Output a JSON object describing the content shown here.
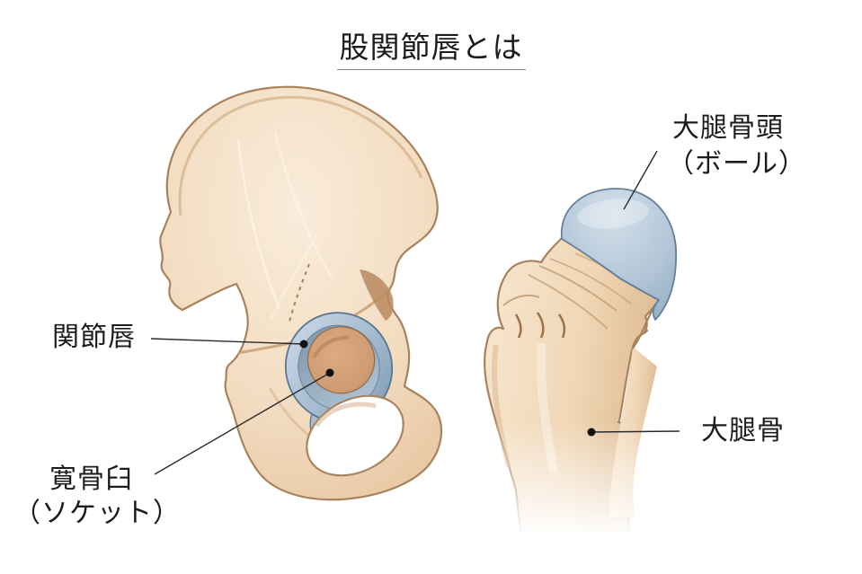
{
  "title": {
    "text": "股関節唇とは"
  },
  "labels": {
    "labrum": {
      "text": "関節唇"
    },
    "acetabulum": {
      "line1": "寛骨臼",
      "line2": "（ソケット）"
    },
    "femoral_head": {
      "line1": "大腿骨頭",
      "line2": "（ボール）"
    },
    "femur": {
      "text": "大腿骨"
    }
  },
  "colors": {
    "background": "#ffffff",
    "text": "#1c1c1c",
    "title_underline": "#8a8a8a",
    "leader_line": "#2b2b2b",
    "marker_dot": "#111111",
    "bone_fill": "#efd5b4",
    "bone_highlight": "#f9ecda",
    "bone_outline": "#a8825c",
    "cartilage_blue": "#a6bcd0",
    "cartilage_blue_light": "#c8d6e3",
    "cartilage_edge": "#5b7690",
    "socket_fossa": "#cf9a70"
  }
}
